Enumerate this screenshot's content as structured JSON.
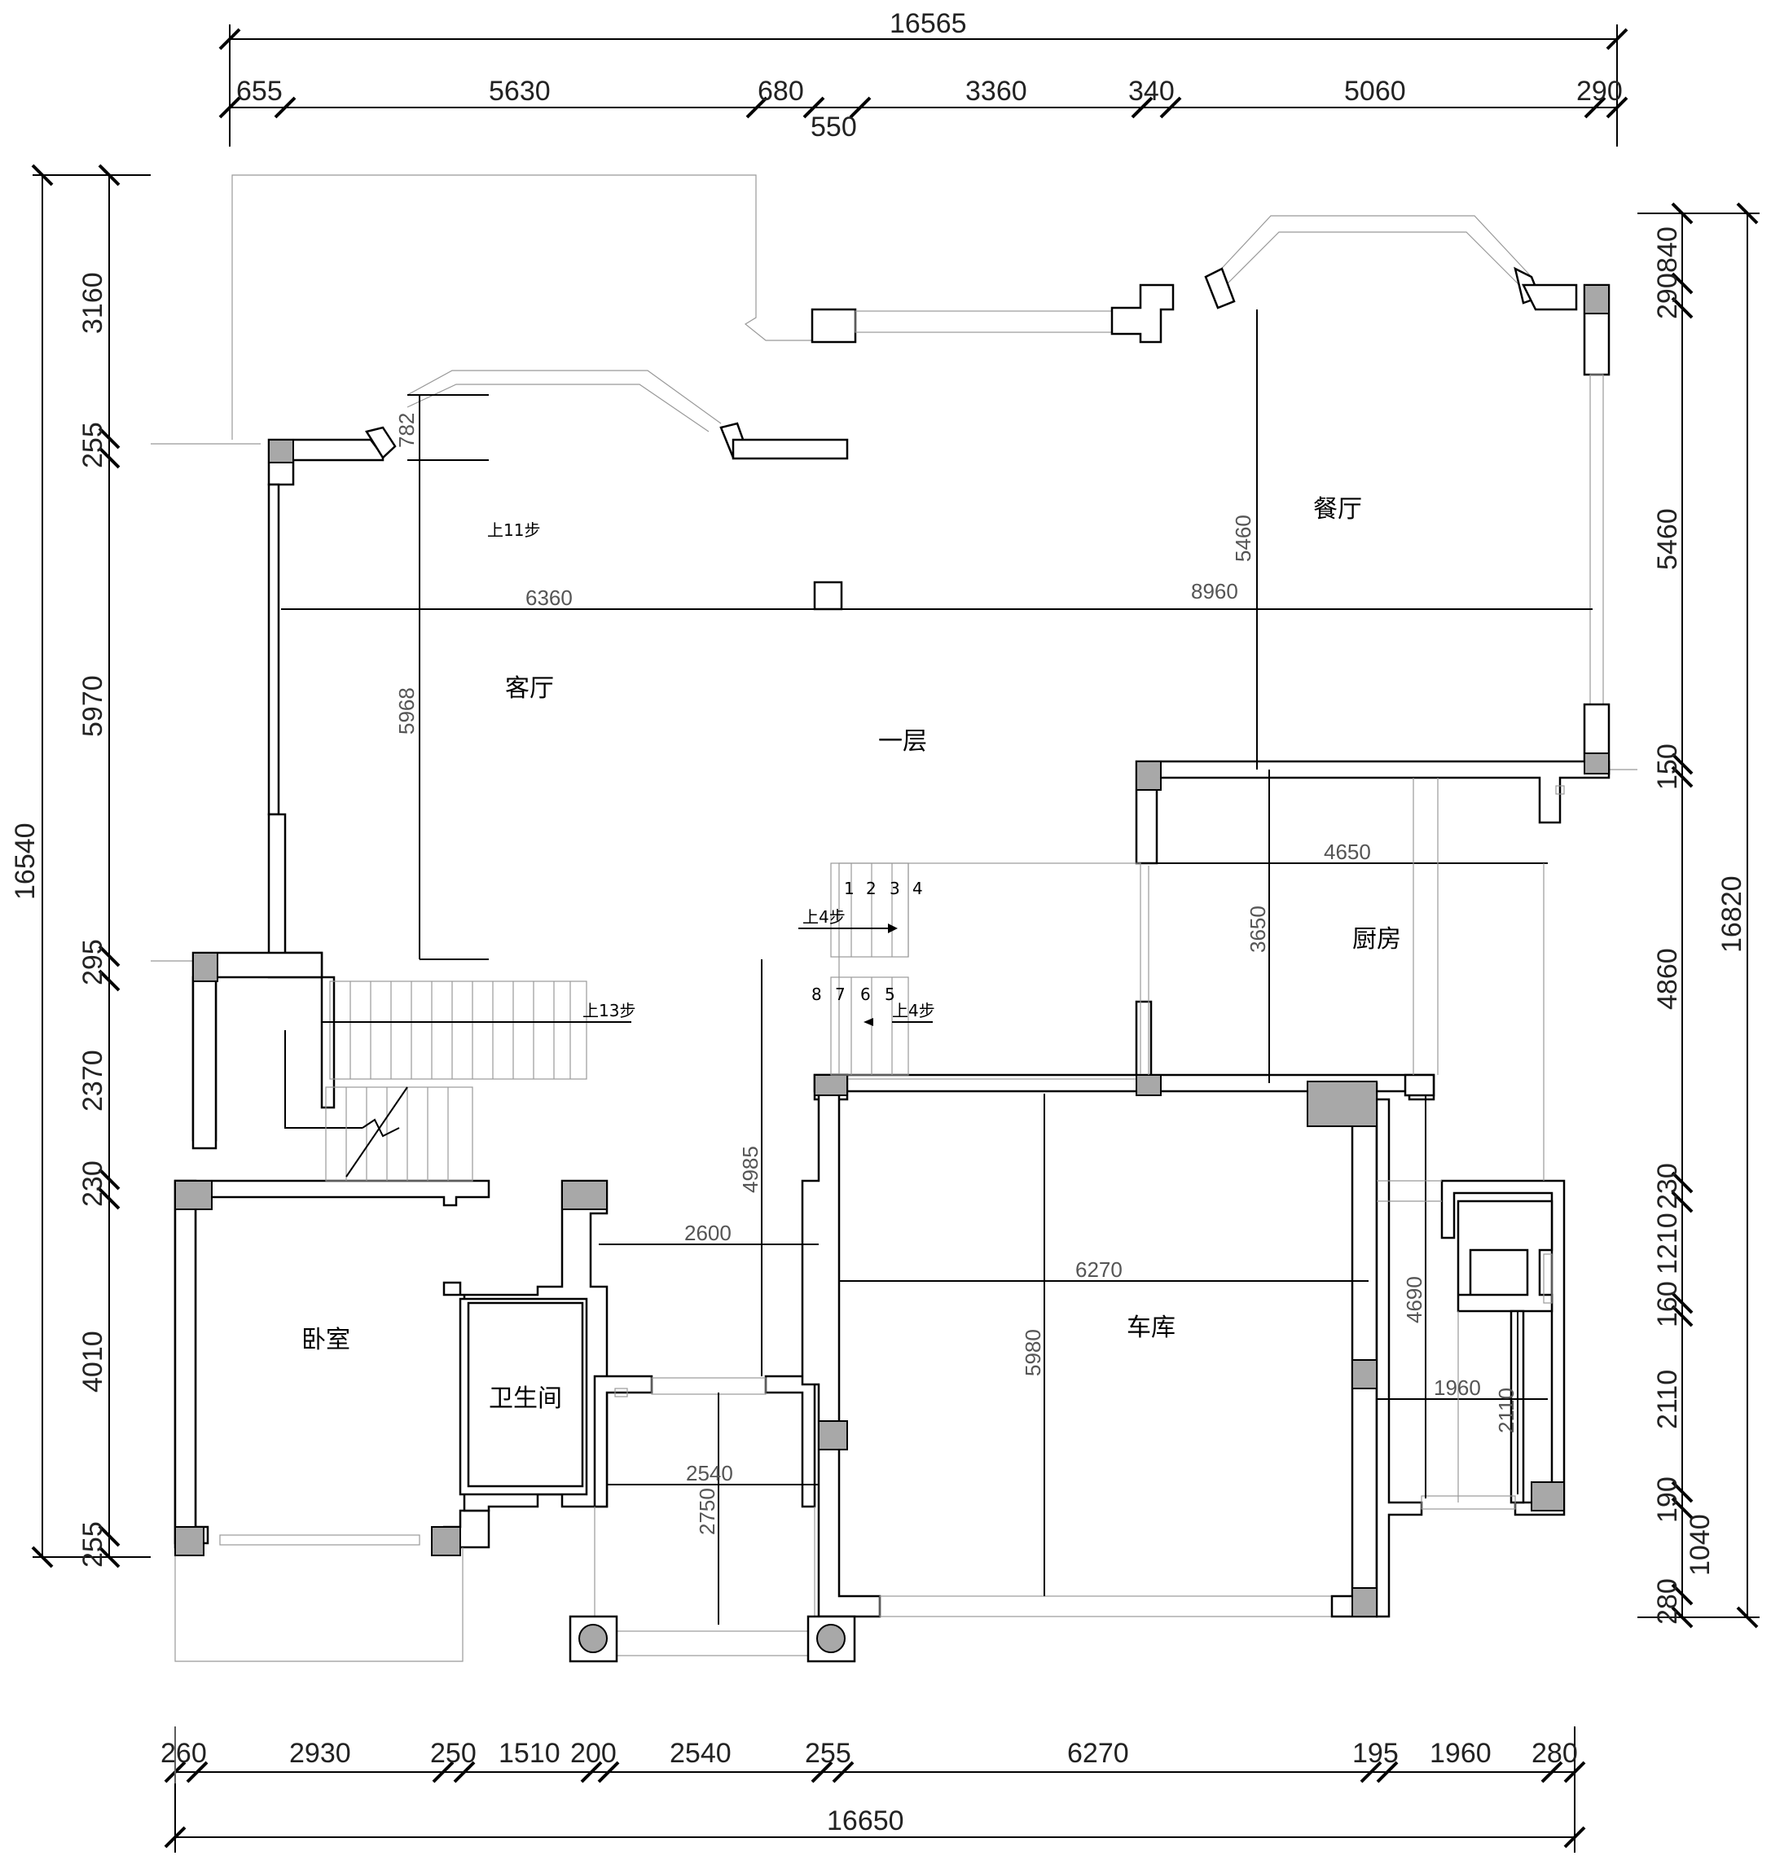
{
  "rooms": {
    "floor": "一层",
    "living": "客厅",
    "dining": "餐厅",
    "kitchen": "厨房",
    "bedroom": "卧室",
    "bathroom": "卫生间",
    "garage": "车库"
  },
  "stair_notes": {
    "up11": "上11步",
    "up13": "上13步",
    "up4_a": "上4步",
    "up4_b": "上4步",
    "steps": [
      "1",
      "2",
      "3",
      "4",
      "8",
      "7",
      "6",
      "5"
    ]
  },
  "dims": {
    "top_total": "16565",
    "top": [
      "655",
      "5630",
      "680",
      "550",
      "3360",
      "340",
      "5060",
      "290"
    ],
    "bottom_total": "16650",
    "bottom": [
      "260",
      "2930",
      "250",
      "1510",
      "200",
      "2540",
      "255",
      "6270",
      "195",
      "1960",
      "280"
    ],
    "left_total": "16540",
    "left": [
      "3160",
      "255",
      "5970",
      "295",
      "2370",
      "230",
      "4010",
      "255"
    ],
    "right_total": "16820",
    "right": [
      "840",
      "290",
      "5460",
      "150",
      "4860",
      "230",
      "1210",
      "160",
      "2110",
      "190",
      "1040",
      "280"
    ],
    "interior": {
      "d6360": "6360",
      "d8960": "8960",
      "d5968": "5968",
      "d782": "782",
      "d5460": "5460",
      "d4650": "4650",
      "d3650": "3650",
      "d4985": "4985",
      "d2600": "2600",
      "d6270": "6270",
      "d5980": "5980",
      "d4690": "4690",
      "d1960": "1960",
      "d2110": "2110",
      "d2540": "2540",
      "d2750": "2750"
    }
  }
}
